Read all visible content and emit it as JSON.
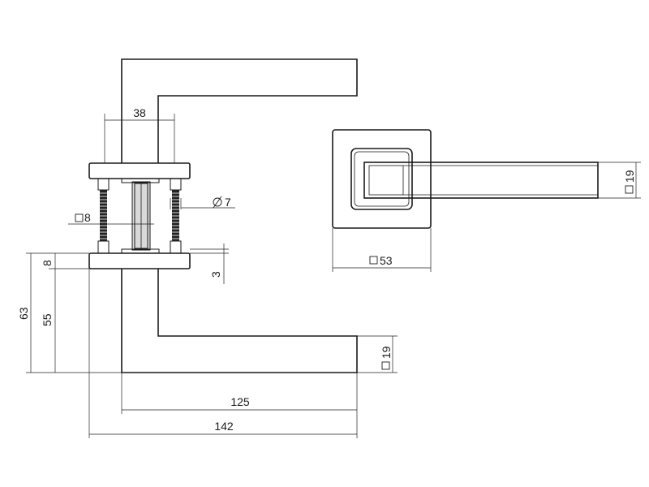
{
  "drawing": {
    "dimensions": {
      "rose_width": "38",
      "pin_diameter": "7",
      "spindle_square": "8",
      "rose_thickness": "8",
      "gap": "3",
      "height_total": "63",
      "height_lever": "55",
      "lever_section_side": "19",
      "lever_length": "125",
      "total_length": "142",
      "rose_square_front": "53",
      "lever_section_front": "19"
    },
    "symbols": {
      "diameter": "diameter-symbol",
      "square": "square-symbol"
    }
  }
}
